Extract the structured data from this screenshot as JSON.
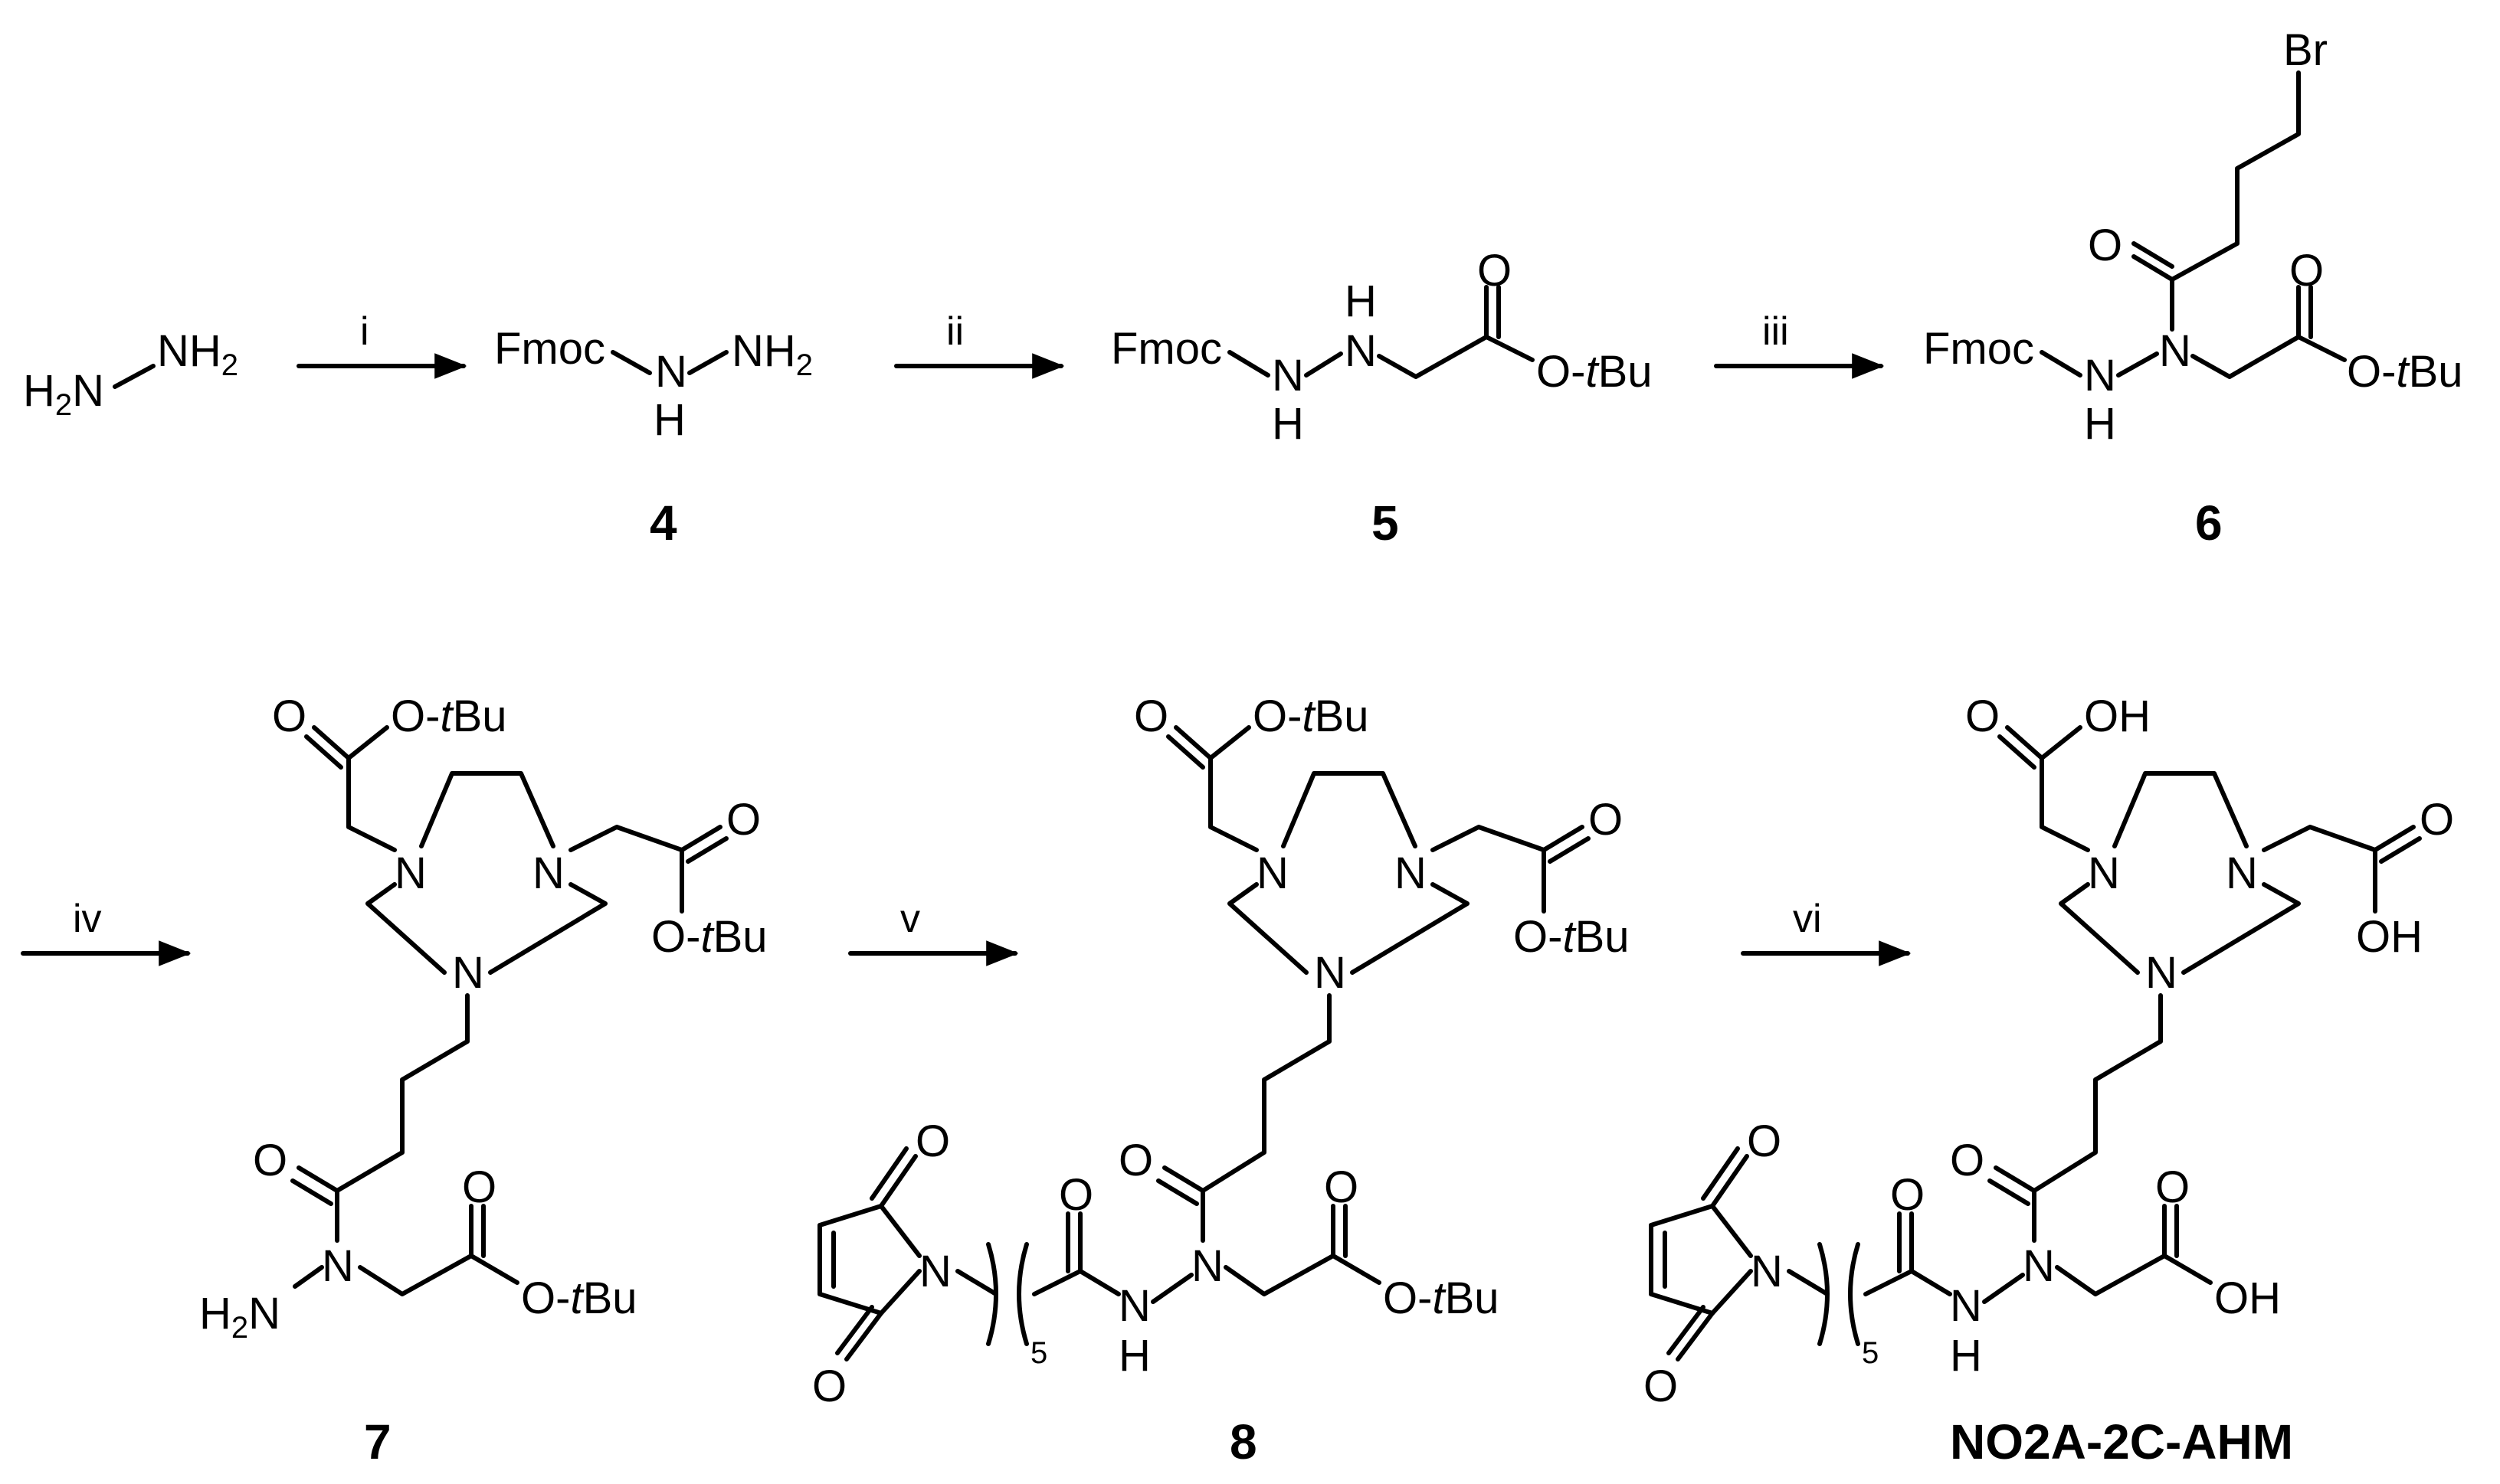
{
  "scheme": {
    "steps": [
      "i",
      "ii",
      "iii",
      "iv",
      "v",
      "vi"
    ],
    "compounds": [
      "4",
      "5",
      "6",
      "7",
      "8",
      "NO2A-2C-AHM"
    ],
    "atoms": {
      "h2n": "H",
      "h2n_sub": "2",
      "h2n_n": "N",
      "n": "N",
      "nh2_n": "NH",
      "nh2_sub": "2",
      "h": "H",
      "o": "O",
      "oh": "OH",
      "otbu_o": "O-",
      "otbu_t": "t",
      "otbu_bu": "Bu",
      "fmoc": "Fmoc",
      "br": "Br",
      "repeat": "5"
    }
  }
}
